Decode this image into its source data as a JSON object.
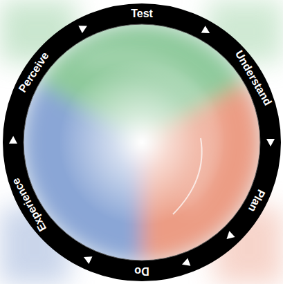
{
  "diagram": {
    "labels": [
      "Test",
      "Understand",
      "Plan",
      "Do",
      "Experience",
      "Perceive"
    ]
  }
}
